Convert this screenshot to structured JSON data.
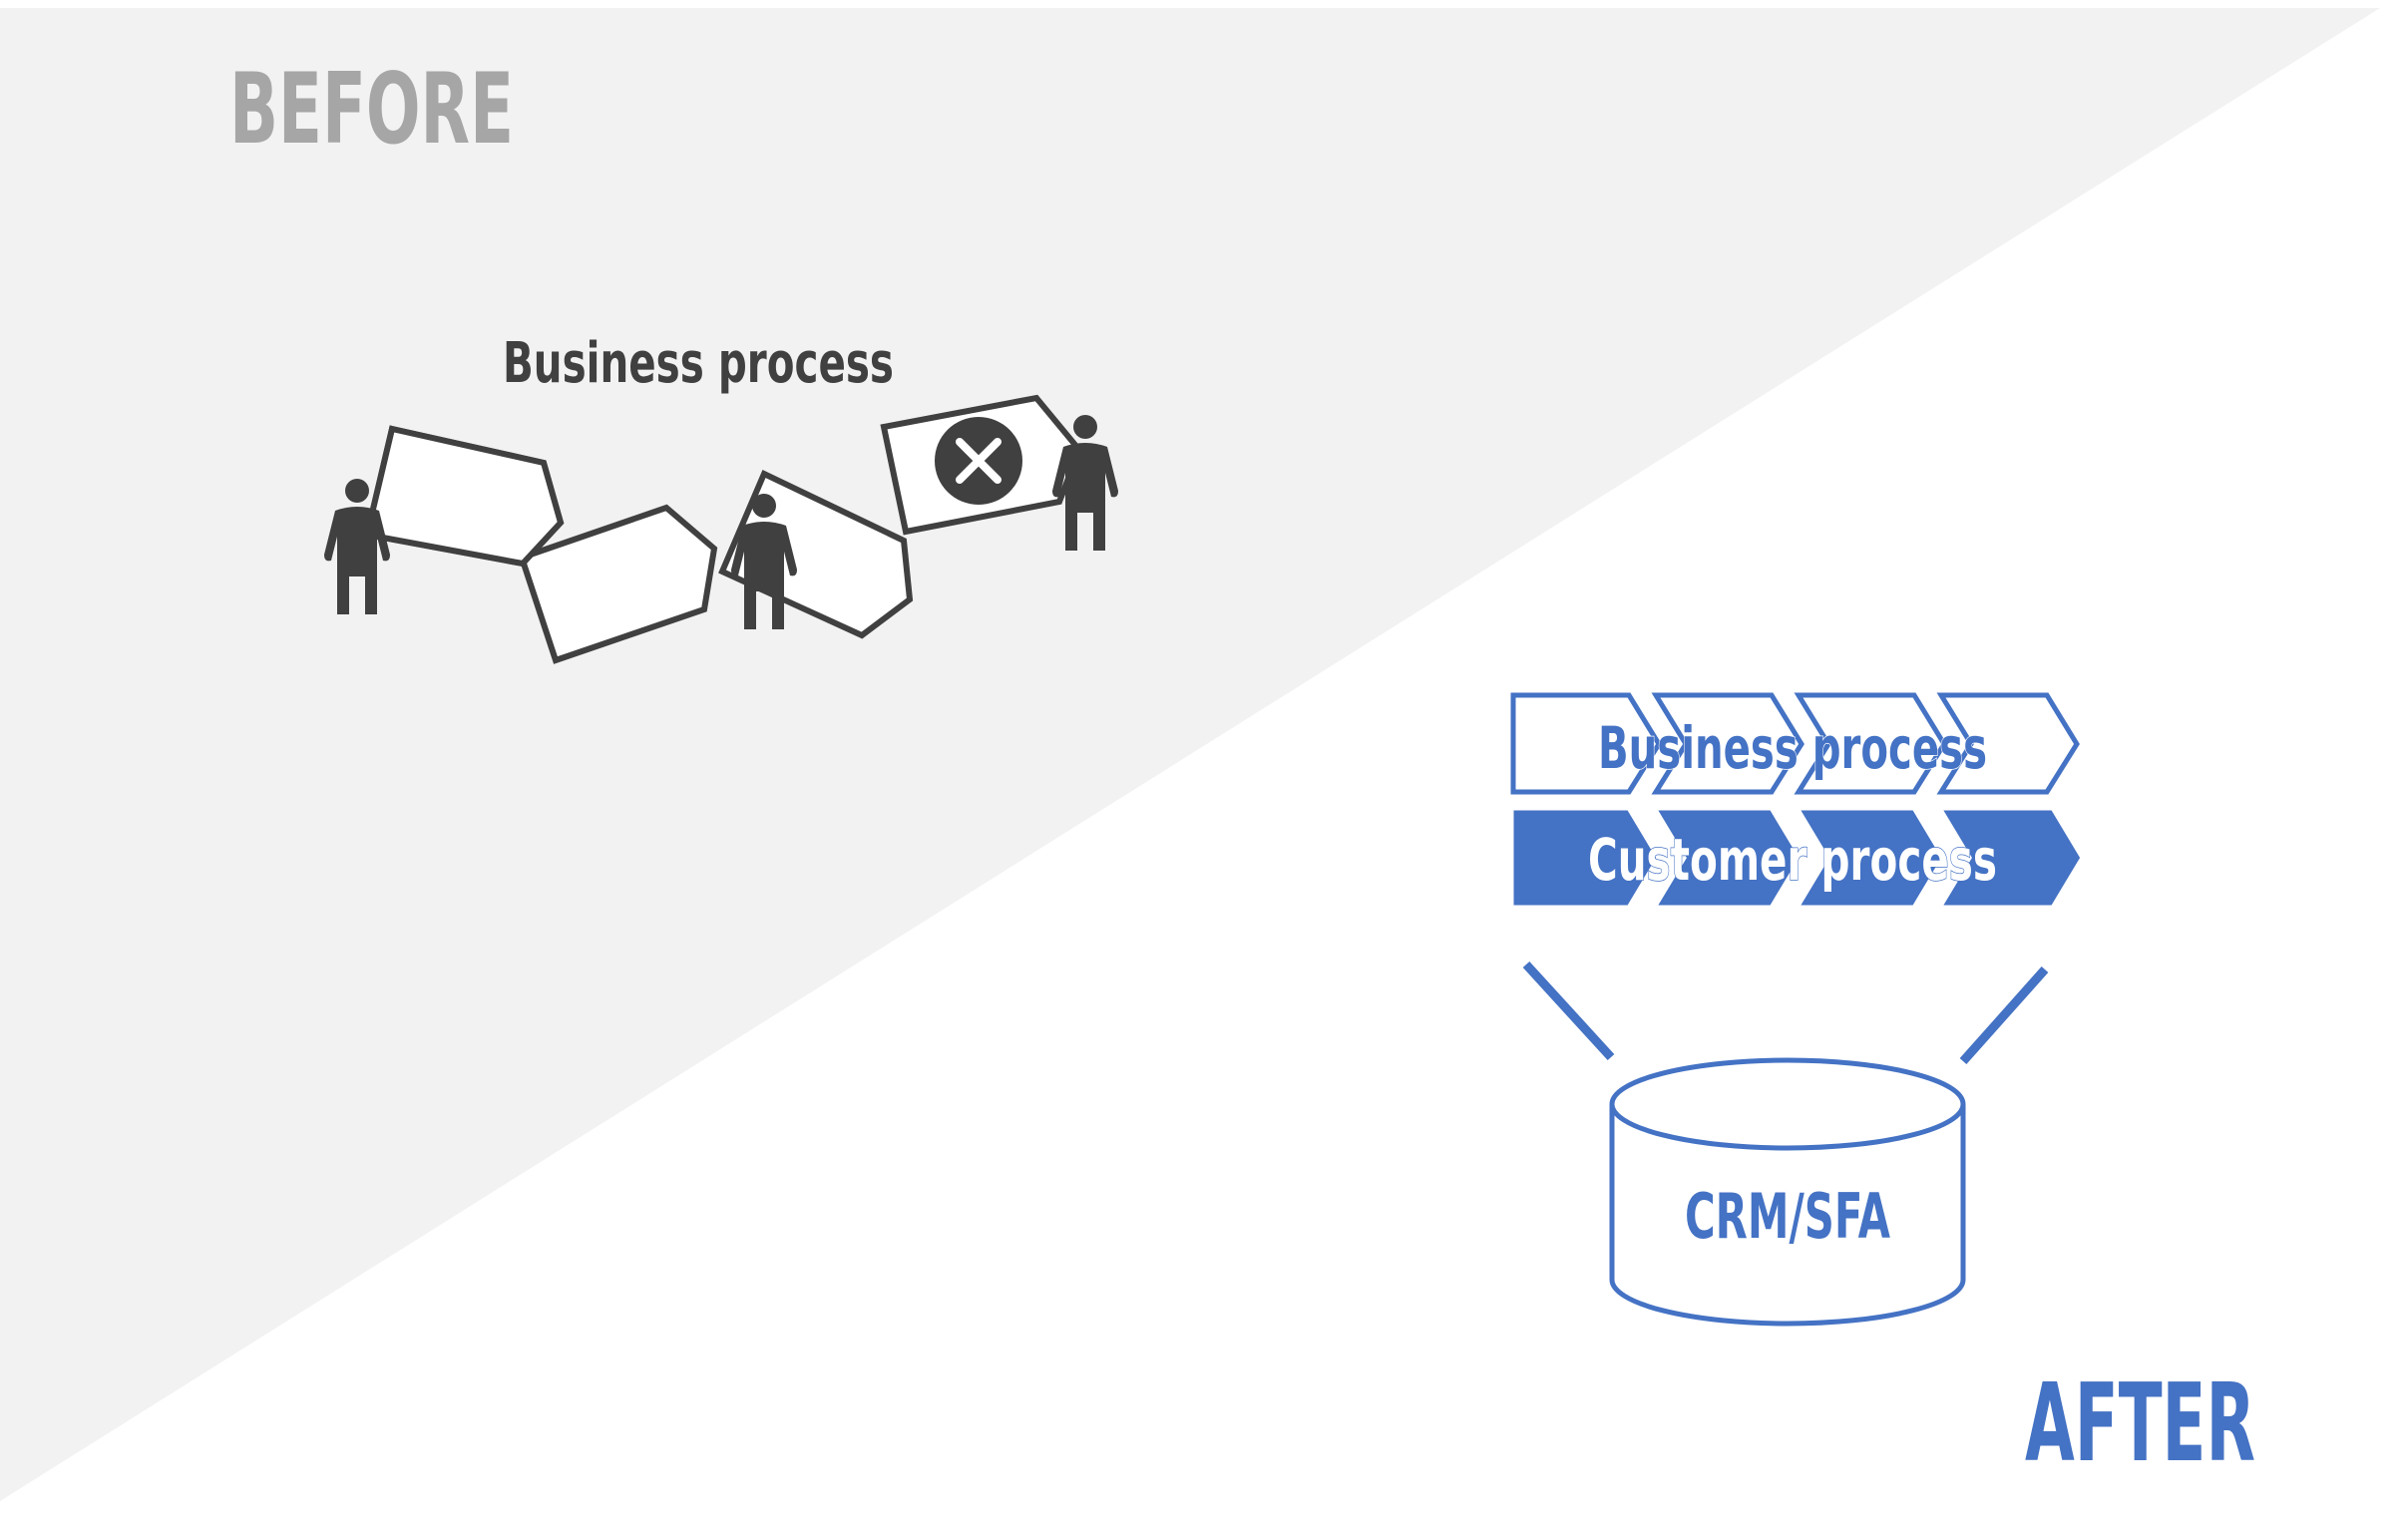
{
  "before": {
    "heading": "BEFORE",
    "caption": "Business process",
    "heading_color": "#a6a6a6",
    "ink_color": "#404040",
    "background_color": "#f2f2f2"
  },
  "after": {
    "heading": "AFTER",
    "business_process_label": "Business process",
    "customer_process_label": "Customer process",
    "database_label": "CRM/SFA",
    "accent_color": "#4472c4"
  },
  "icons": {
    "people": "person-icon",
    "reject": "close-icon",
    "database": "database-icon"
  }
}
